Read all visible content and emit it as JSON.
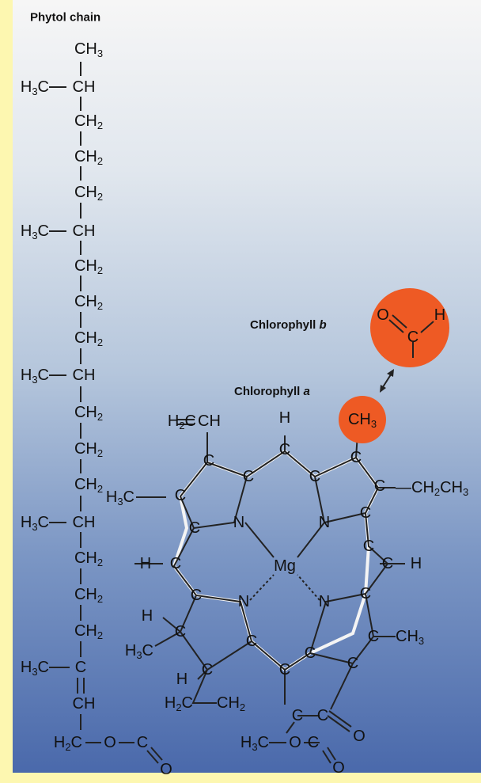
{
  "labels": {
    "phytol_chain": "Phytol chain",
    "chlorophyll_a": "Chlorophyll",
    "chlorophyll_a_letter": "a",
    "chlorophyll_b": "Chlorophyll",
    "chlorophyll_b_letter": "b"
  },
  "atoms": {
    "c": "C",
    "ch": "CH",
    "ch2": "CH",
    "ch3": "CH",
    "h3c": "H",
    "h2c": "H",
    "h": "H",
    "n": "N",
    "o": "O",
    "mg": "Mg",
    "sub2": "2",
    "sub3": "3",
    "c_ch2ch3": "C",
    "ethyl": "—CH",
    "ethyl_tail": "CH",
    "dash_c": "—C",
    "c_dash": "C—"
  },
  "colors": {
    "highlight": "#ee5a24",
    "background": "#fdf7b0"
  }
}
